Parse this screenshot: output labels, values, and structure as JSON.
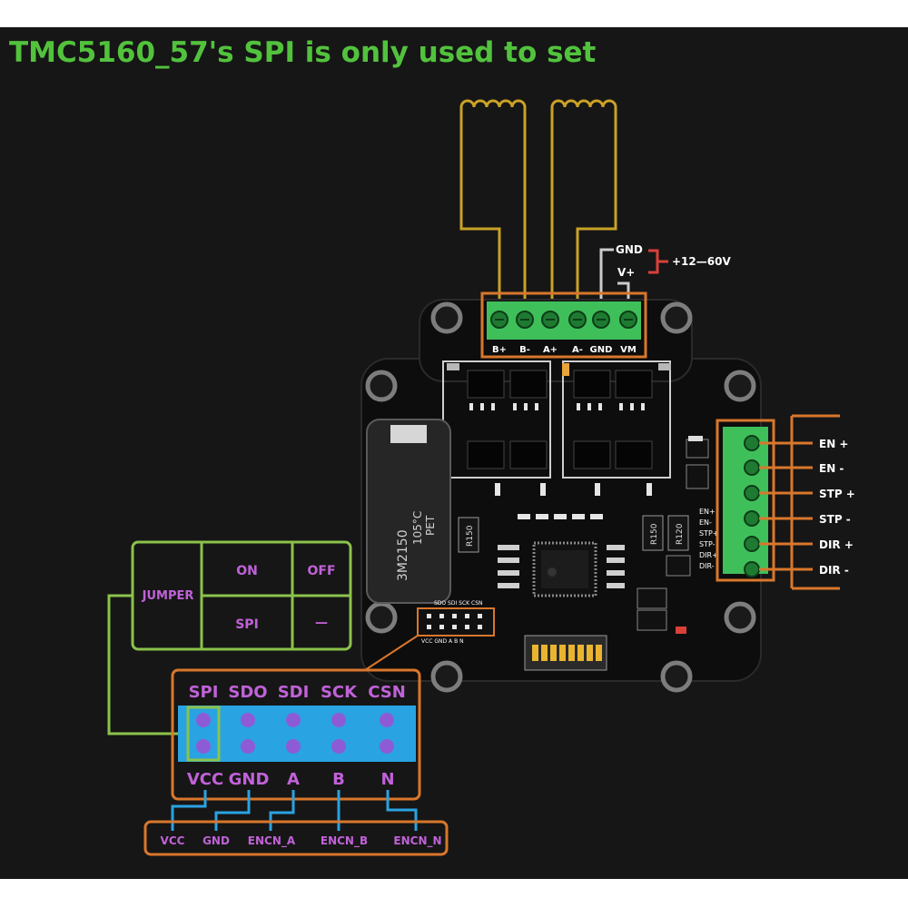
{
  "title": "TMC5160_57's SPI is only used to set",
  "power": {
    "gnd": "GND",
    "vplus": "V+",
    "range": "+12—60V"
  },
  "motor_terminals": [
    "B+",
    "B-",
    "A+",
    "A-",
    "GND",
    "VM"
  ],
  "control_signals": [
    "EN +",
    "EN -",
    "STP +",
    "STP -",
    "DIR +",
    "DIR -"
  ],
  "board_silk_signals": [
    "EN+",
    "EN-",
    "STP+",
    "STP-",
    "DIR+",
    "DIR-"
  ],
  "resistor_labels": [
    "R150",
    "R150",
    "R120"
  ],
  "capacitor_text": [
    "3M2150",
    "105°C",
    "PET"
  ],
  "header_silk_top": "SDO SDI SCK CSN",
  "header_silk_bottom": "VCC GND A B N",
  "jumper_table": {
    "jumper": "JUMPER",
    "on": "ON",
    "off": "OFF",
    "spi": "SPI",
    "dash": "—"
  },
  "header_top_labels": [
    "SPI",
    "SDO",
    "SDI",
    "SCK",
    "CSN"
  ],
  "header_bottom_labels": [
    "VCC",
    "GND",
    "A",
    "B",
    "N"
  ],
  "encoder_outputs": [
    "VCC",
    "GND",
    "ENCN_A",
    "ENCN_B",
    "ENCN_N"
  ],
  "colors": {
    "background": "#161616",
    "title": "#52c23d",
    "wire": "#c9a227",
    "orange_frame": "#d9772b",
    "jumper_green": "#8bc34a",
    "label_purple": "#c062d8",
    "header_blue": "#29a3e2",
    "pin_purple": "#8e5bd6",
    "terminal_green": "#3fbf5a"
  }
}
